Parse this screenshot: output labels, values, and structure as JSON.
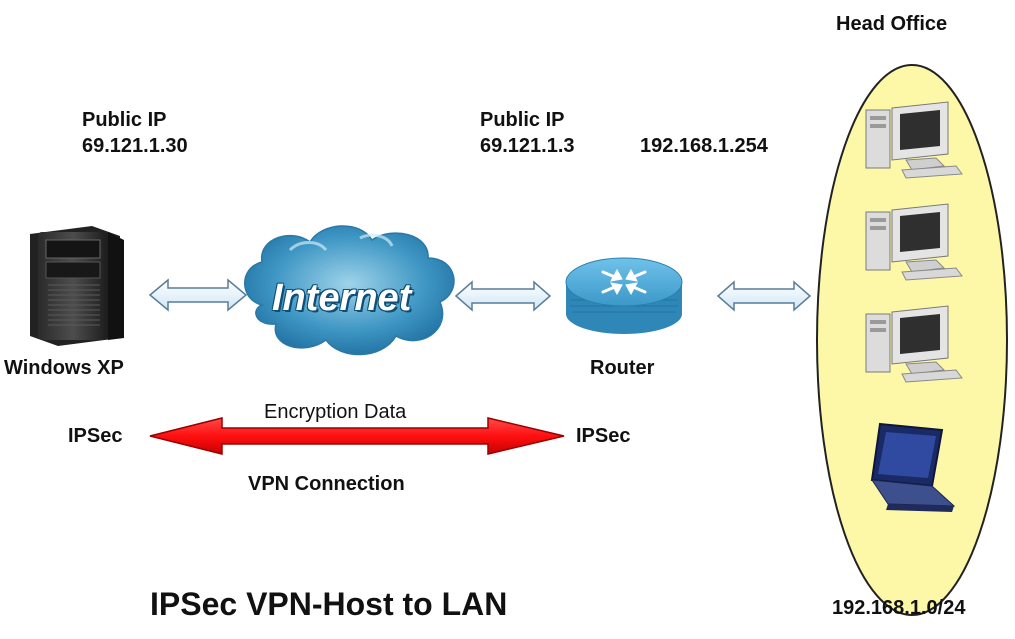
{
  "head_office": {
    "title": "Head Office",
    "subnet": "192.168.1.0/24",
    "fill_color": "#fdf8a8"
  },
  "client": {
    "public_ip_label": "Public IP",
    "public_ip": "69.121.1.30",
    "name": "Windows XP",
    "protocol": "IPSec"
  },
  "internet": {
    "label": "Internet"
  },
  "router": {
    "public_ip_label": "Public IP",
    "public_ip": "69.121.1.3",
    "lan_ip": "192.168.1.254",
    "name": "Router",
    "protocol": "IPSec"
  },
  "tunnel": {
    "top_label": "Encryption Data",
    "bottom_label": "VPN Connection",
    "color": "#ff1a1a"
  },
  "caption": "IPSec VPN-Host to LAN"
}
